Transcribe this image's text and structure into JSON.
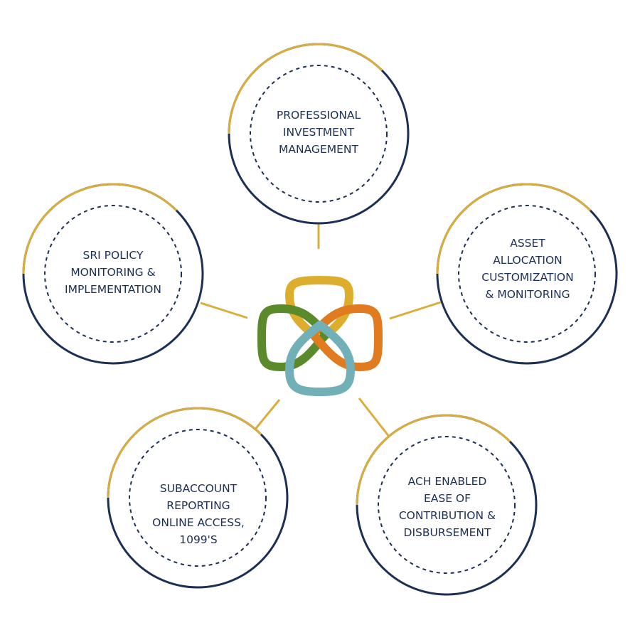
{
  "colors": {
    "navy": "#1c2f55",
    "gold": "#dbae3a",
    "logo_yellow": "#ddae2e",
    "logo_green": "#5b8a2a",
    "logo_orange": "#e07b20",
    "logo_teal": "#72b0b8"
  },
  "nodes": [
    {
      "lines": [
        "PROFESSIONAL",
        "INVESTMENT",
        "MANAGEMENT"
      ]
    },
    {
      "lines": [
        "SRI POLICY",
        "MONITORING &",
        "IMPLEMENTATION"
      ]
    },
    {
      "lines": [
        "ASSET",
        "ALLOCATION",
        "CUSTOMIZATION",
        "& MONITORING"
      ]
    },
    {
      "lines": [
        "SUBACCOUNT",
        "REPORTING",
        "ONLINE ACCESS,",
        "1099'S"
      ]
    },
    {
      "lines": [
        "ACH ENABLED",
        "EASE OF",
        "CONTRIBUTION &",
        "DISBURSEMENT"
      ]
    }
  ]
}
